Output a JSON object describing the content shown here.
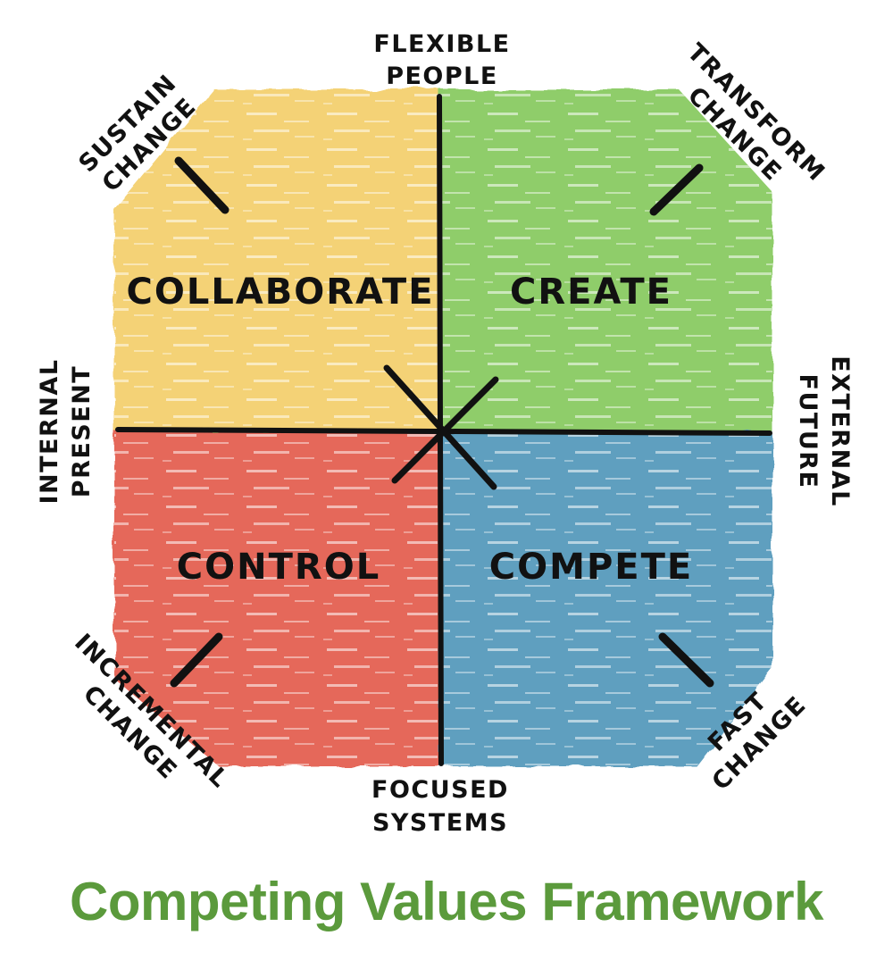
{
  "colors": {
    "collaborate": "#f4d276",
    "create": "#8fcd6b",
    "control": "#e5685a",
    "compete": "#5f9fbf",
    "title": "#5b9a3c"
  },
  "quadrants": {
    "collaborate": "COLLABORATE",
    "create": "CREATE",
    "control": "CONTROL",
    "compete": "COMPETE"
  },
  "axes": {
    "top": [
      "FLEXIBLE",
      "PEOPLE"
    ],
    "bottom": [
      "FOCUSED",
      "SYSTEMS"
    ],
    "left": [
      "INTERNAL",
      "PRESENT"
    ],
    "right": [
      "EXTERNAL",
      "FUTURE"
    ]
  },
  "diagonals": {
    "top_left": [
      "SUSTAIN",
      "CHANGE"
    ],
    "top_right": [
      "TRANSFORM",
      "CHANGE"
    ],
    "bottom_left": [
      "INCREMENTAL",
      "CHANGE"
    ],
    "bottom_right": [
      "FAST",
      "CHANGE"
    ]
  },
  "title": "Competing Values Framework"
}
